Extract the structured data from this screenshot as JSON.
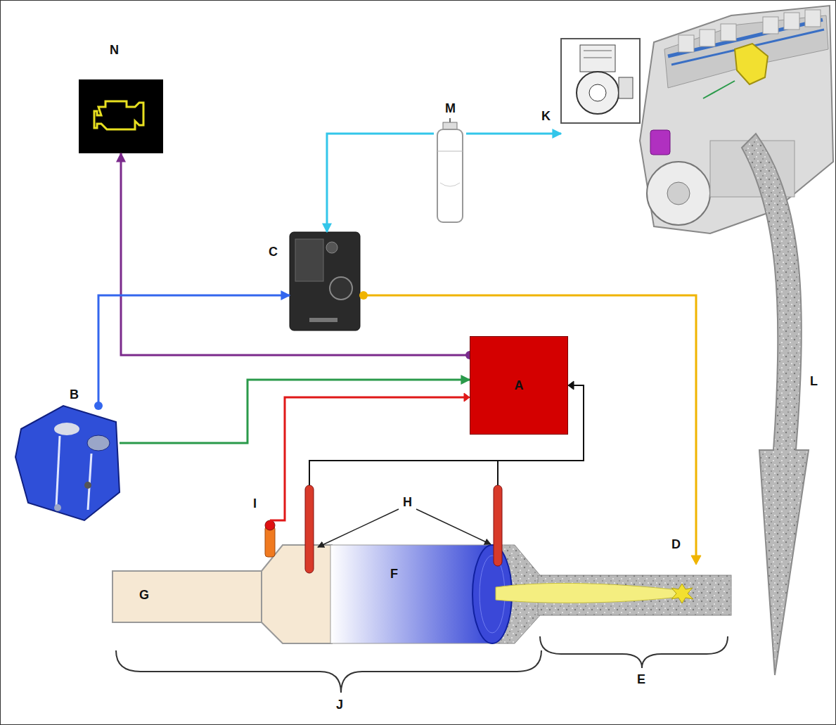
{
  "diagram": {
    "nodes": [
      {
        "text": [
          "N"
        ]
      },
      {
        "text": [
          "M"
        ]
      },
      {
        "text": [
          "K"
        ]
      },
      {
        "text": [
          "C"
        ]
      },
      {
        "text": [
          "A"
        ]
      },
      {
        "text": [
          "B"
        ]
      }
    ],
    "edges": [
      {
        "from": 4,
        "to": 0,
        "arrow": "to"
      },
      {
        "from": 1,
        "to": 3,
        "arrow": "to"
      },
      {
        "from": 1,
        "to": 2,
        "arrow": "to"
      },
      {
        "from": 5,
        "to": 3,
        "arrow": "to"
      },
      {
        "from": 5,
        "to": 4,
        "arrow": "to"
      }
    ],
    "labels": [
      "L",
      "H",
      "I",
      "D",
      "F",
      "G",
      "E",
      "J"
    ]
  }
}
